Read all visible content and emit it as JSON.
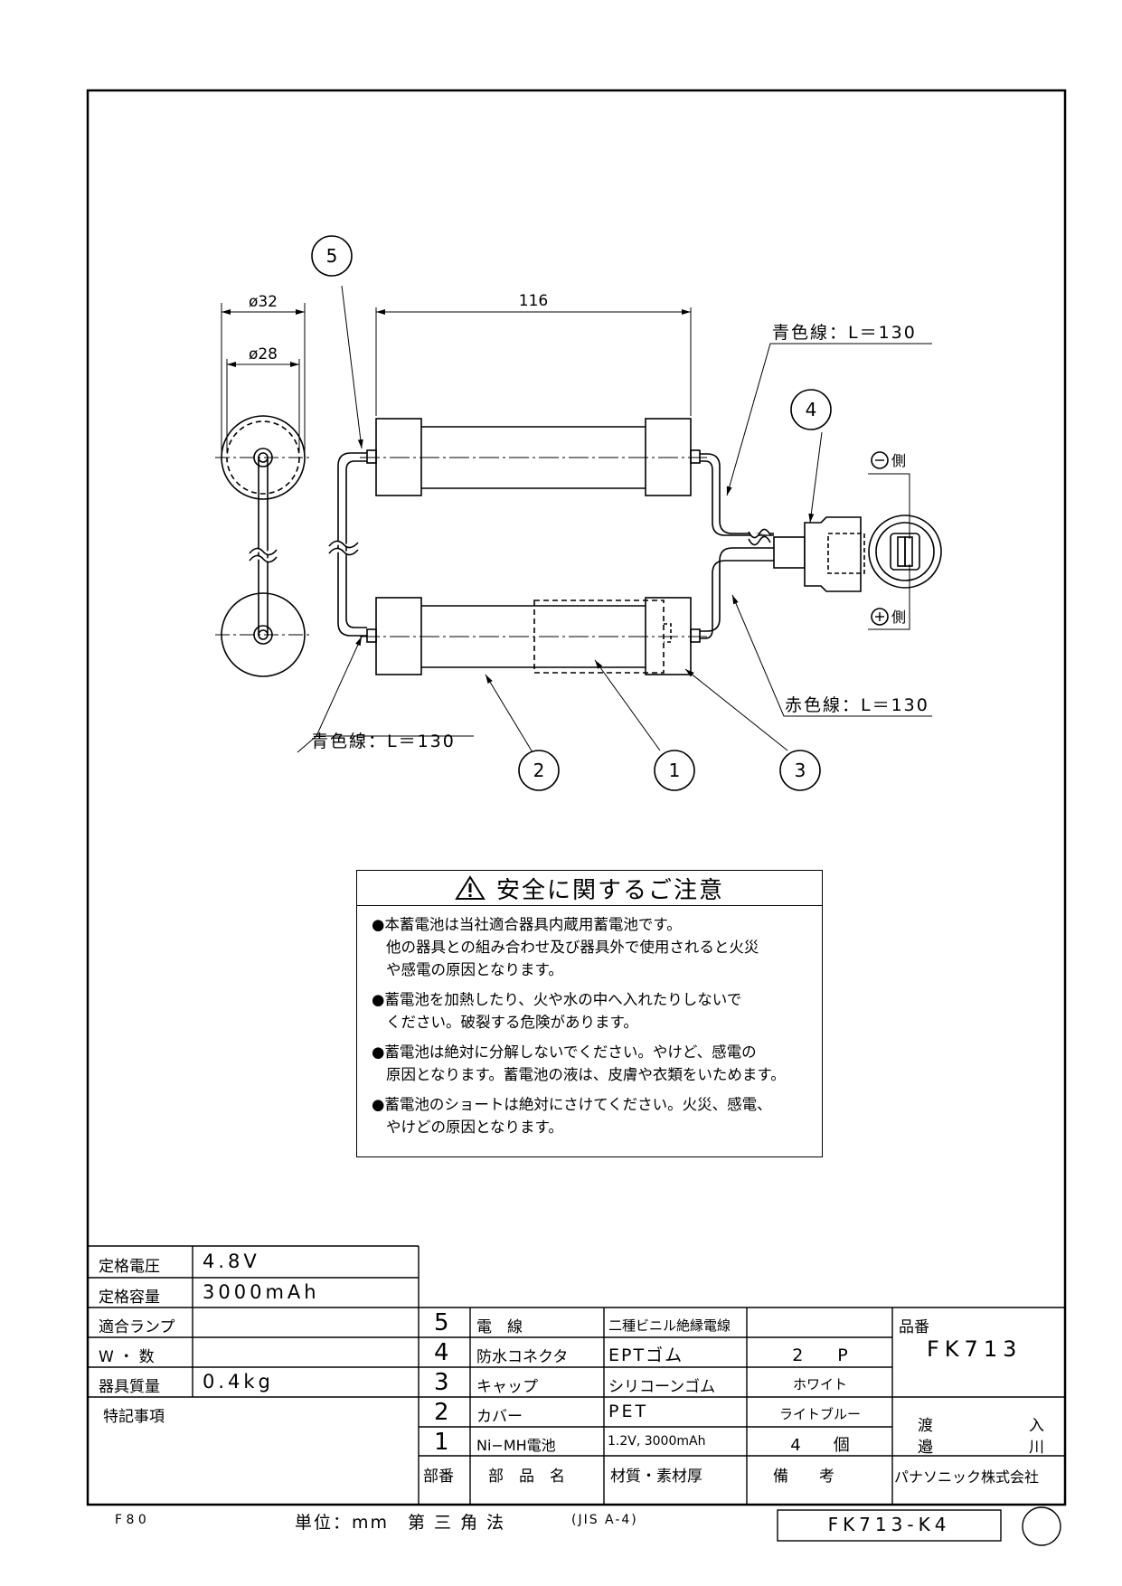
{
  "diagram": {
    "labels": {
      "dia_outer": "ø32",
      "dia_inner": "ø28",
      "length": "116",
      "blue_wire_top": "青色線：L＝130",
      "blue_wire_bottom": "青色線：L＝130",
      "red_wire": "赤色線：L＝130",
      "negative_side": "側",
      "positive_side": "側"
    },
    "balloons": [
      "5",
      "4",
      "2",
      "1",
      "3"
    ]
  },
  "safety": {
    "title": "安全に関するご注意",
    "notes": [
      [
        "●本蓄電池は当社適合器具内蔵用蓄電池です。",
        "他の器具との組み合わせ及び器具外で使用されると火災",
        "や感電の原因となります。"
      ],
      [
        "●蓄電池を加熱したり、火や水の中へ入れたりしないで",
        "ください。破裂する危険があります。"
      ],
      [
        "●蓄電池は絶対に分解しないでください。やけど、感電の",
        "原因となります。蓄電池の液は、皮膚や衣類をいためます。"
      ],
      [
        "●蓄電池のショートは絶対にさけてください。火災、感電、",
        "やけどの原因となります。"
      ]
    ]
  },
  "specs": [
    {
      "label": "定格電圧",
      "value": "4.8V"
    },
    {
      "label": "定格容量",
      "value": "3000mAh"
    },
    {
      "label": "適合ランプ",
      "value": ""
    },
    {
      "label": "W ・ 数",
      "value": ""
    },
    {
      "label": "器具質量",
      "value": "0.4kg"
    },
    {
      "label": "特記事項",
      "value": ""
    }
  ],
  "parts": {
    "rows": [
      {
        "no": "5",
        "name": "電　線",
        "material": "二種ビニル絶縁電線",
        "remark": ""
      },
      {
        "no": "4",
        "name": "防水コネクタ",
        "material": "EPTゴム",
        "remark": "2　　P"
      },
      {
        "no": "3",
        "name": "キャップ",
        "material": "シリコーンゴム",
        "remark": "ホワイト"
      },
      {
        "no": "2",
        "name": "カバー",
        "material": "PET",
        "remark": "ライトブルー"
      },
      {
        "no": "1",
        "name": "Ni−MH電池",
        "material": "1.2V, 3000mAh",
        "remark": "4　　個"
      }
    ],
    "header": {
      "no": "部番",
      "name": "部　品　名",
      "material": "材質・素材厚",
      "remark": "備　　考"
    }
  },
  "title_block": {
    "part_no_label": "品番",
    "part_no": "FK713",
    "drawn_label": "渡",
    "drawn_label2": "入",
    "drawn_name": "邉",
    "drawn_name2": "川",
    "company": "パナソニック株式会社"
  },
  "footer": {
    "sheet_code": "F 8 0",
    "units": "単位：mm　第 三 角 法",
    "paper": "(JIS A-4)",
    "drawing_no": "FK713-K4"
  }
}
